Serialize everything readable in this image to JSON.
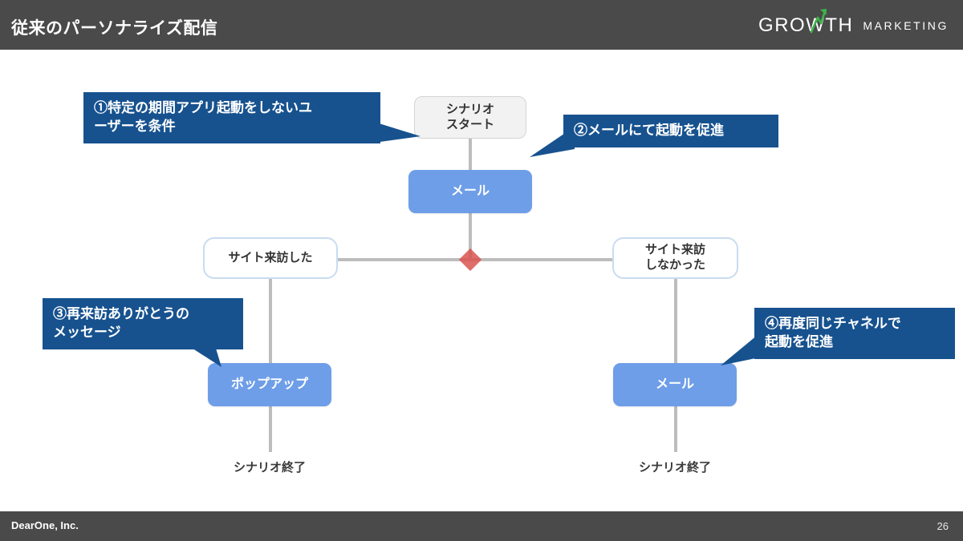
{
  "header": {
    "title": "従来のパーソナライズ配信",
    "logo": {
      "primary": "GROWTH",
      "secondary": "MARKETING",
      "accent_color": "#3cb44a"
    }
  },
  "footer": {
    "brand": "DearOne, Inc.",
    "page_number": "26"
  },
  "colors": {
    "header_bar": "#4a4a4a",
    "callout_blue": "#17528f",
    "node_blue": "#6f9ee8",
    "node_start_gray": "#f2f2f2",
    "condition_border": "#c9dcf0",
    "connector_gray": "#bdbdbd",
    "diamond_red": "#d9534f"
  },
  "flow": {
    "start_node": "シナリオ\nスタート",
    "start_node_line1": "シナリオ",
    "start_node_line2": "スタート",
    "email_node": "メール",
    "condition_left": "サイト来訪した",
    "condition_right_line1": "サイト来訪",
    "condition_right_line2": "しなかった",
    "action_left": "ポップアップ",
    "action_right": "メール",
    "end_left": "シナリオ終了",
    "end_right": "シナリオ終了",
    "decision_marker": "diamond"
  },
  "callouts": [
    {
      "id": 1,
      "line1": "①特定の期間アプリ起動をしないユ",
      "line2": "ーザーを条件"
    },
    {
      "id": 2,
      "line1": "②メールにて起動を促進"
    },
    {
      "id": 3,
      "line1": "③再来訪ありがとうの",
      "line2": "メッセージ"
    },
    {
      "id": 4,
      "line1": "④再度同じチャネルで",
      "line2": "起動を促進"
    }
  ]
}
